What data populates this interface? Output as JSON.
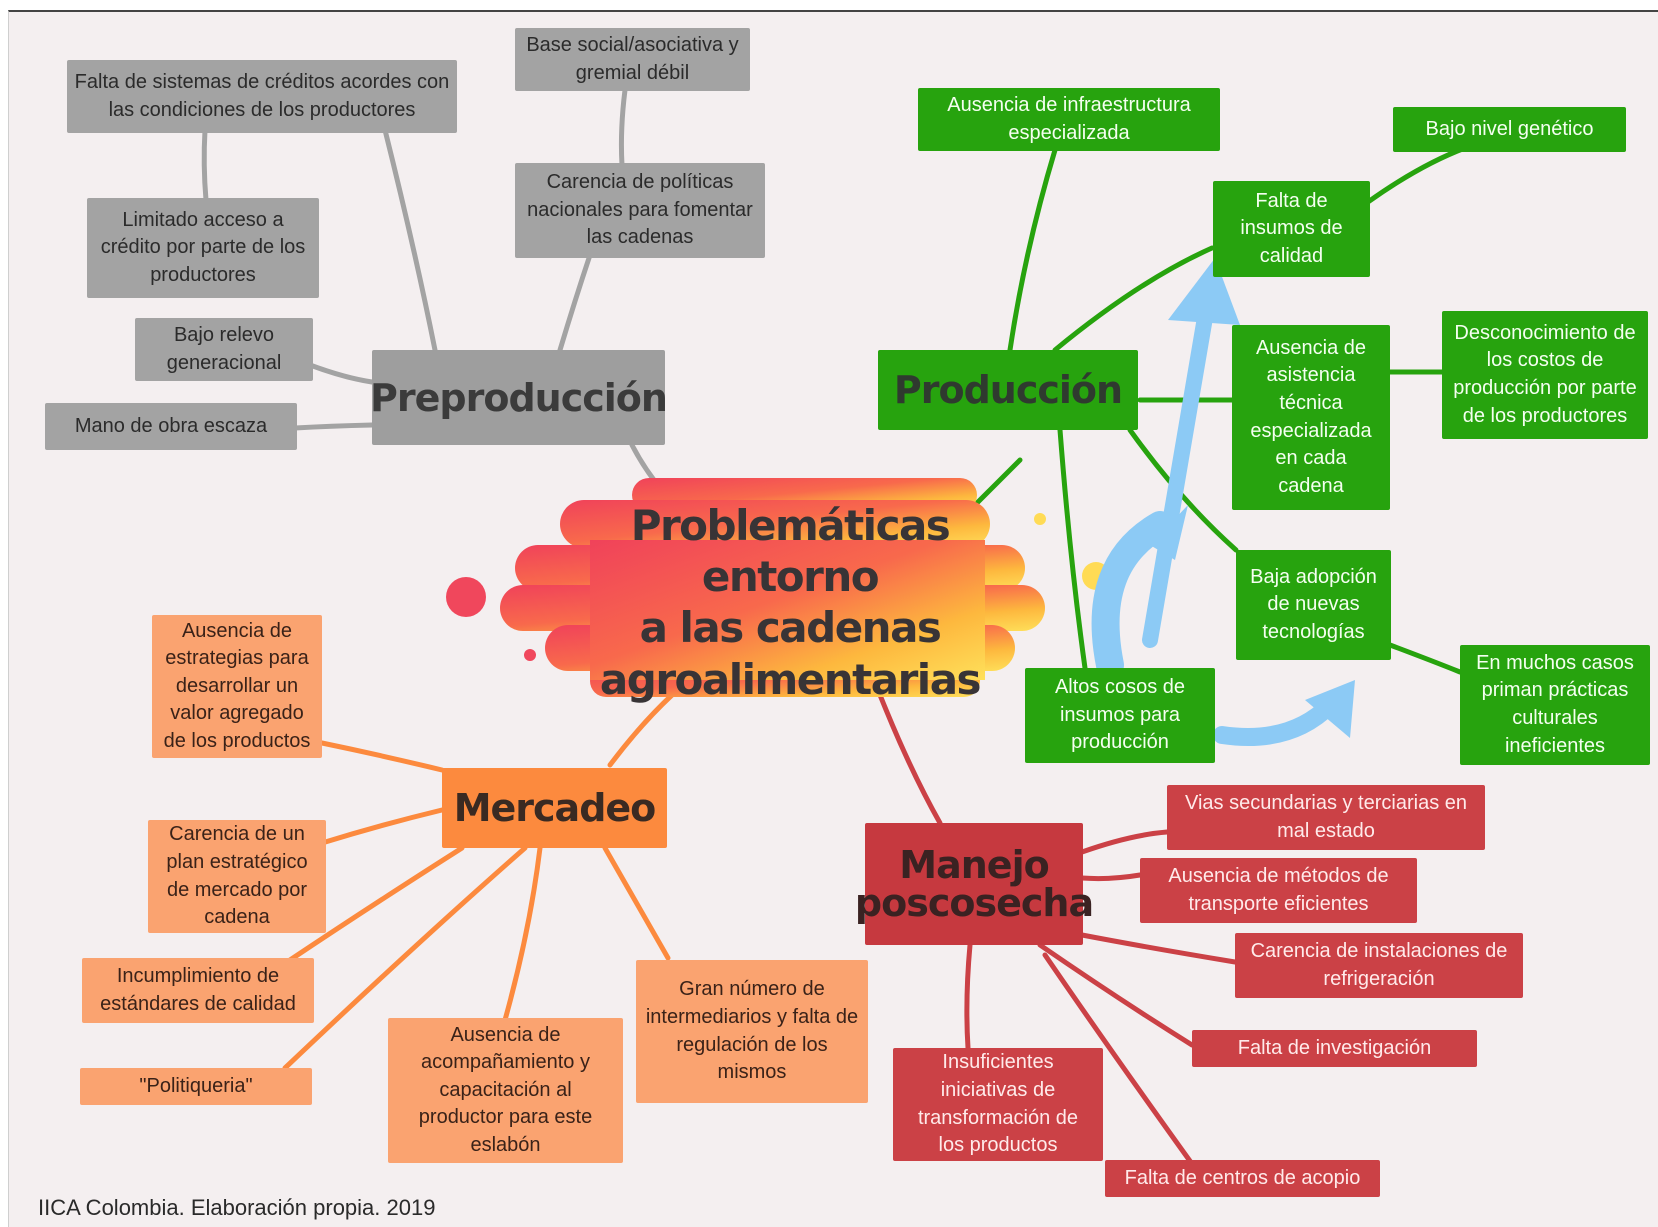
{
  "title_lines": [
    "Problemáticas entorno",
    "a las cadenas",
    "agroalimentarias"
  ],
  "credit": "IICA Colombia. Elaboración propia. 2019",
  "colors": {
    "preproduccion": "#9e9e9e",
    "produccion": "#27a30e",
    "mercadeo": "#fc8a3e",
    "poscosecha": "#c6393f",
    "arrows": "#8ccaf5"
  },
  "hubs": {
    "preproduccion": "Preproducción",
    "produccion": "Producción",
    "mercadeo": "Mercadeo",
    "poscosecha": [
      "Manejo",
      "poscosecha"
    ]
  },
  "preproduccion": {
    "creditos": [
      "Falta de sistemas de créditos acordes con",
      "las condiciones de los productores"
    ],
    "base_social": [
      "Base social/asociativa y",
      "gremial débil"
    ],
    "acceso_credito": [
      "Limitado acceso a",
      "crédito por parte de los",
      "productores"
    ],
    "politicas": [
      "Carencia de políticas",
      "nacionales para fomentar",
      "las cadenas"
    ],
    "relevo": [
      "Bajo relevo",
      "generacional"
    ],
    "mano_obra": [
      "Mano de obra escaza"
    ]
  },
  "produccion": {
    "infraestructura": [
      "Ausencia de infraestructura",
      "especializada"
    ],
    "genetico": [
      "Bajo nivel genético"
    ],
    "insumos": [
      "Falta de",
      "insumos de",
      "calidad"
    ],
    "asistencia": [
      "Ausencia de",
      "asistencia",
      "técnica",
      "especializada",
      "en cada",
      "cadena"
    ],
    "costos": [
      "Desconocimiento de",
      "los costos de",
      "producción por parte",
      "de los productores"
    ],
    "adopcion": [
      "Baja adopción",
      "de nuevas",
      "tecnologías"
    ],
    "altos_costos": [
      "Altos cosos de",
      "insumos para",
      "producción"
    ],
    "practicas": [
      "En muchos casos",
      "priman prácticas",
      "culturales",
      "ineficientes"
    ]
  },
  "mercadeo": {
    "estrategias": [
      "Ausencia de",
      "estrategias para",
      "desarrollar un",
      "valor agregado",
      "de los productos"
    ],
    "plan": [
      "Carencia de un",
      "plan estratégico",
      "de mercado por",
      "cadena"
    ],
    "estandares": [
      "Incumplimiento de",
      "estándares de calidad"
    ],
    "politiqueria": [
      "\"Politiqueria\""
    ],
    "acompanamiento": [
      "Ausencia de",
      "acompañamiento y",
      "capacitación al",
      "productor para este",
      "eslabón"
    ],
    "intermediarios": [
      "Gran número de",
      "intermediarios y falta de",
      "regulación de los",
      "mismos"
    ]
  },
  "poscosecha": {
    "vias": [
      "Vias secundarias y terciarias en",
      "mal estado"
    ],
    "transporte": [
      "Ausencia de métodos de",
      "transporte eficientes"
    ],
    "refrigeracion": [
      "Carencia de instalaciones de",
      "refrigeración"
    ],
    "investigacion": [
      "Falta de investigación"
    ],
    "transformacion": [
      "Insuficientes",
      "iniciativas de",
      "transformación de",
      "los productos"
    ],
    "acopio": [
      "Falta de centros de acopio"
    ]
  }
}
